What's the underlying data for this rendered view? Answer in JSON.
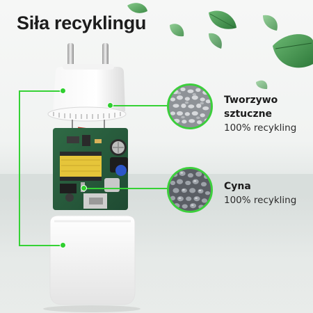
{
  "headline": "Siła recyklingu",
  "materials": [
    {
      "name_line1": "Tworzywo",
      "name_line2": "sztuczne",
      "percent_text": "100% recykling"
    },
    {
      "name_line1": "Cyna",
      "percent_text": "100% recykling"
    }
  ],
  "colors": {
    "accent_green": "#35d235",
    "headline": "#1d1d1d",
    "leaf_green": "#4fa35a"
  },
  "icons": [
    "leaf-icon",
    "plastic-granules-icon",
    "tin-granules-icon"
  ]
}
